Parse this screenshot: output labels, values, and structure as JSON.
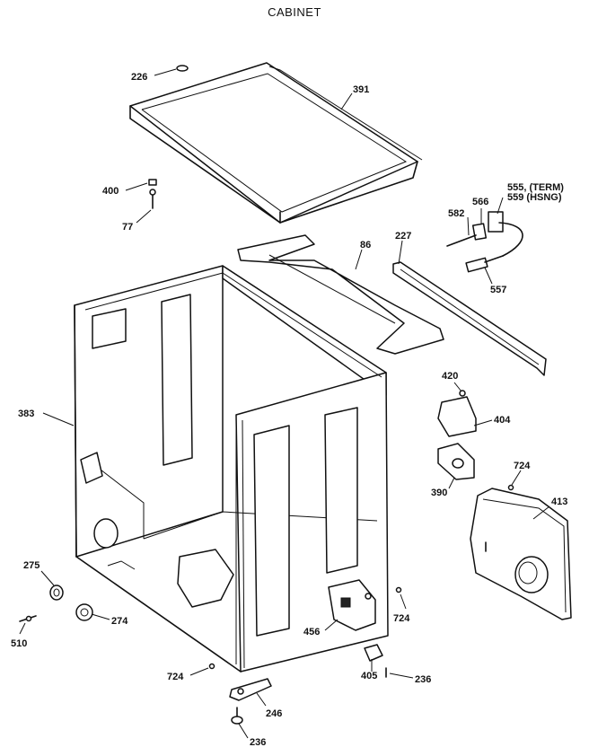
{
  "title": "CABINET",
  "labels": {
    "p226": "226",
    "p391": "391",
    "p400": "400",
    "p77": "77",
    "p86": "86",
    "p227": "227",
    "p555": "555, (TERM)",
    "p559": "559 (HSNG)",
    "p566": "566",
    "p582": "582",
    "p557": "557",
    "p383": "383",
    "p420": "420",
    "p404": "404",
    "p724a": "724",
    "p390": "390",
    "p413": "413",
    "p275": "275",
    "p274": "274",
    "p510": "510",
    "p724b": "724",
    "p456": "456",
    "p724c": "724",
    "p405": "405",
    "p236a": "236",
    "p246": "246",
    "p236b": "236"
  }
}
